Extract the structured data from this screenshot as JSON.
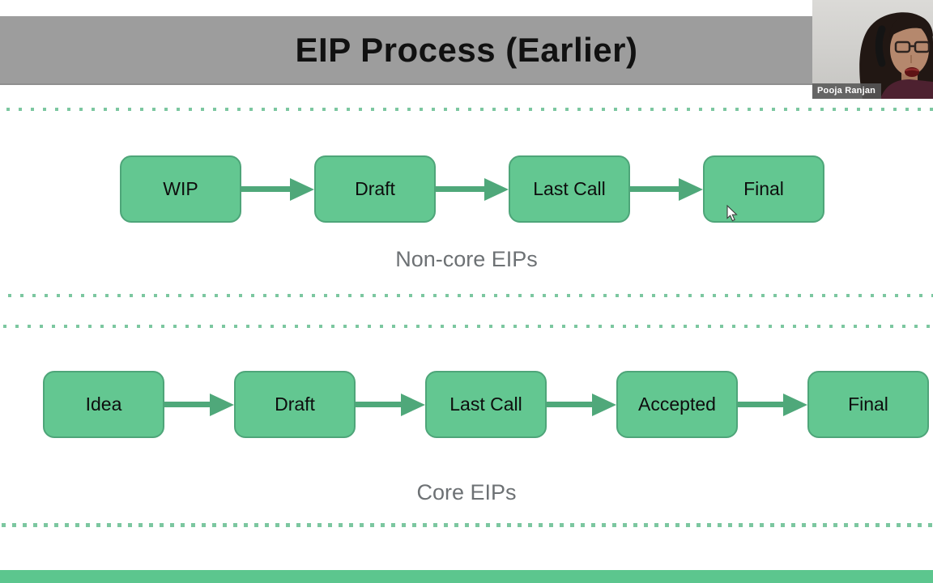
{
  "title_bar": {
    "title": "EIP Process (Earlier)"
  },
  "webcam": {
    "participant_name": "Pooja Ranjan",
    "icon": "webcam-video"
  },
  "diagram": {
    "rows": [
      {
        "id": "non-core",
        "label": "Non-core EIPs",
        "boxes": [
          "WIP",
          "Draft",
          "Last Call",
          "Final"
        ]
      },
      {
        "id": "core",
        "label": "Core EIPs",
        "boxes": [
          "Idea",
          "Draft",
          "Last Call",
          "Accepted",
          "Final"
        ]
      }
    ]
  },
  "cursor": {
    "icon": "arrow-pointer"
  },
  "colors": {
    "title_bar_bg": "#9d9d9d",
    "title_text": "#111111",
    "box_fill": "#63c791",
    "box_border": "#4ea579",
    "arrow": "#4fa87a",
    "dotted_line": "#7cc7a0",
    "bottom_bar": "#5cc68e",
    "label_text": "#6d7174"
  }
}
